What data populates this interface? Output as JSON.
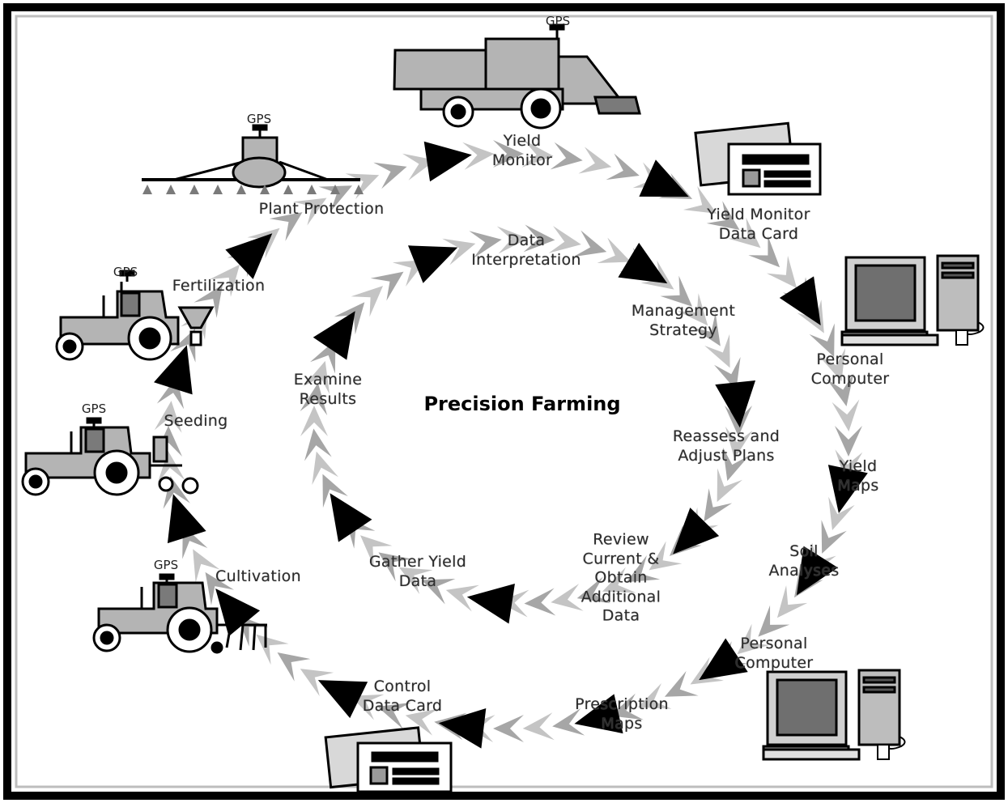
{
  "title": "Precision Farming",
  "gps_label": "GPS",
  "colors": {
    "arrow_light": "#c4c4c4",
    "arrow_mid": "#a6a6a6",
    "arrow_head": "#000000",
    "machine_fill": "#b4b4b4",
    "machine_dark": "#7a7a7a",
    "frame": "#000000"
  },
  "outer_cycle": {
    "yield_monitor": [
      "Yield",
      "Monitor"
    ],
    "yield_monitor_data_card": [
      "Yield Monitor",
      "Data Card"
    ],
    "personal_computer_1": [
      "Personal",
      "Computer"
    ],
    "yield_maps": [
      "Yield",
      "Maps"
    ],
    "soil_analyses": [
      "Soil",
      "Analyses"
    ],
    "personal_computer_2": [
      "Personal",
      "Computer"
    ],
    "prescription_maps": [
      "Prescription",
      "Maps"
    ],
    "control_data_card": [
      "Control",
      "Data Card"
    ],
    "cultivation": "Cultivation",
    "seeding": "Seeding",
    "fertilization": "Fertilization",
    "plant_protection": "Plant Protection"
  },
  "inner_cycle": {
    "data_interpretation": [
      "Data",
      "Interpretation"
    ],
    "management_strategy": [
      "Management",
      "Strategy"
    ],
    "reassess_adjust": [
      "Reassess and",
      "Adjust Plans"
    ],
    "review_current": [
      "Review",
      "Current &",
      "Obtain",
      "Additional",
      "Data"
    ],
    "gather_yield": [
      "Gather Yield",
      "Data"
    ],
    "examine_results": [
      "Examine",
      "Results"
    ]
  }
}
